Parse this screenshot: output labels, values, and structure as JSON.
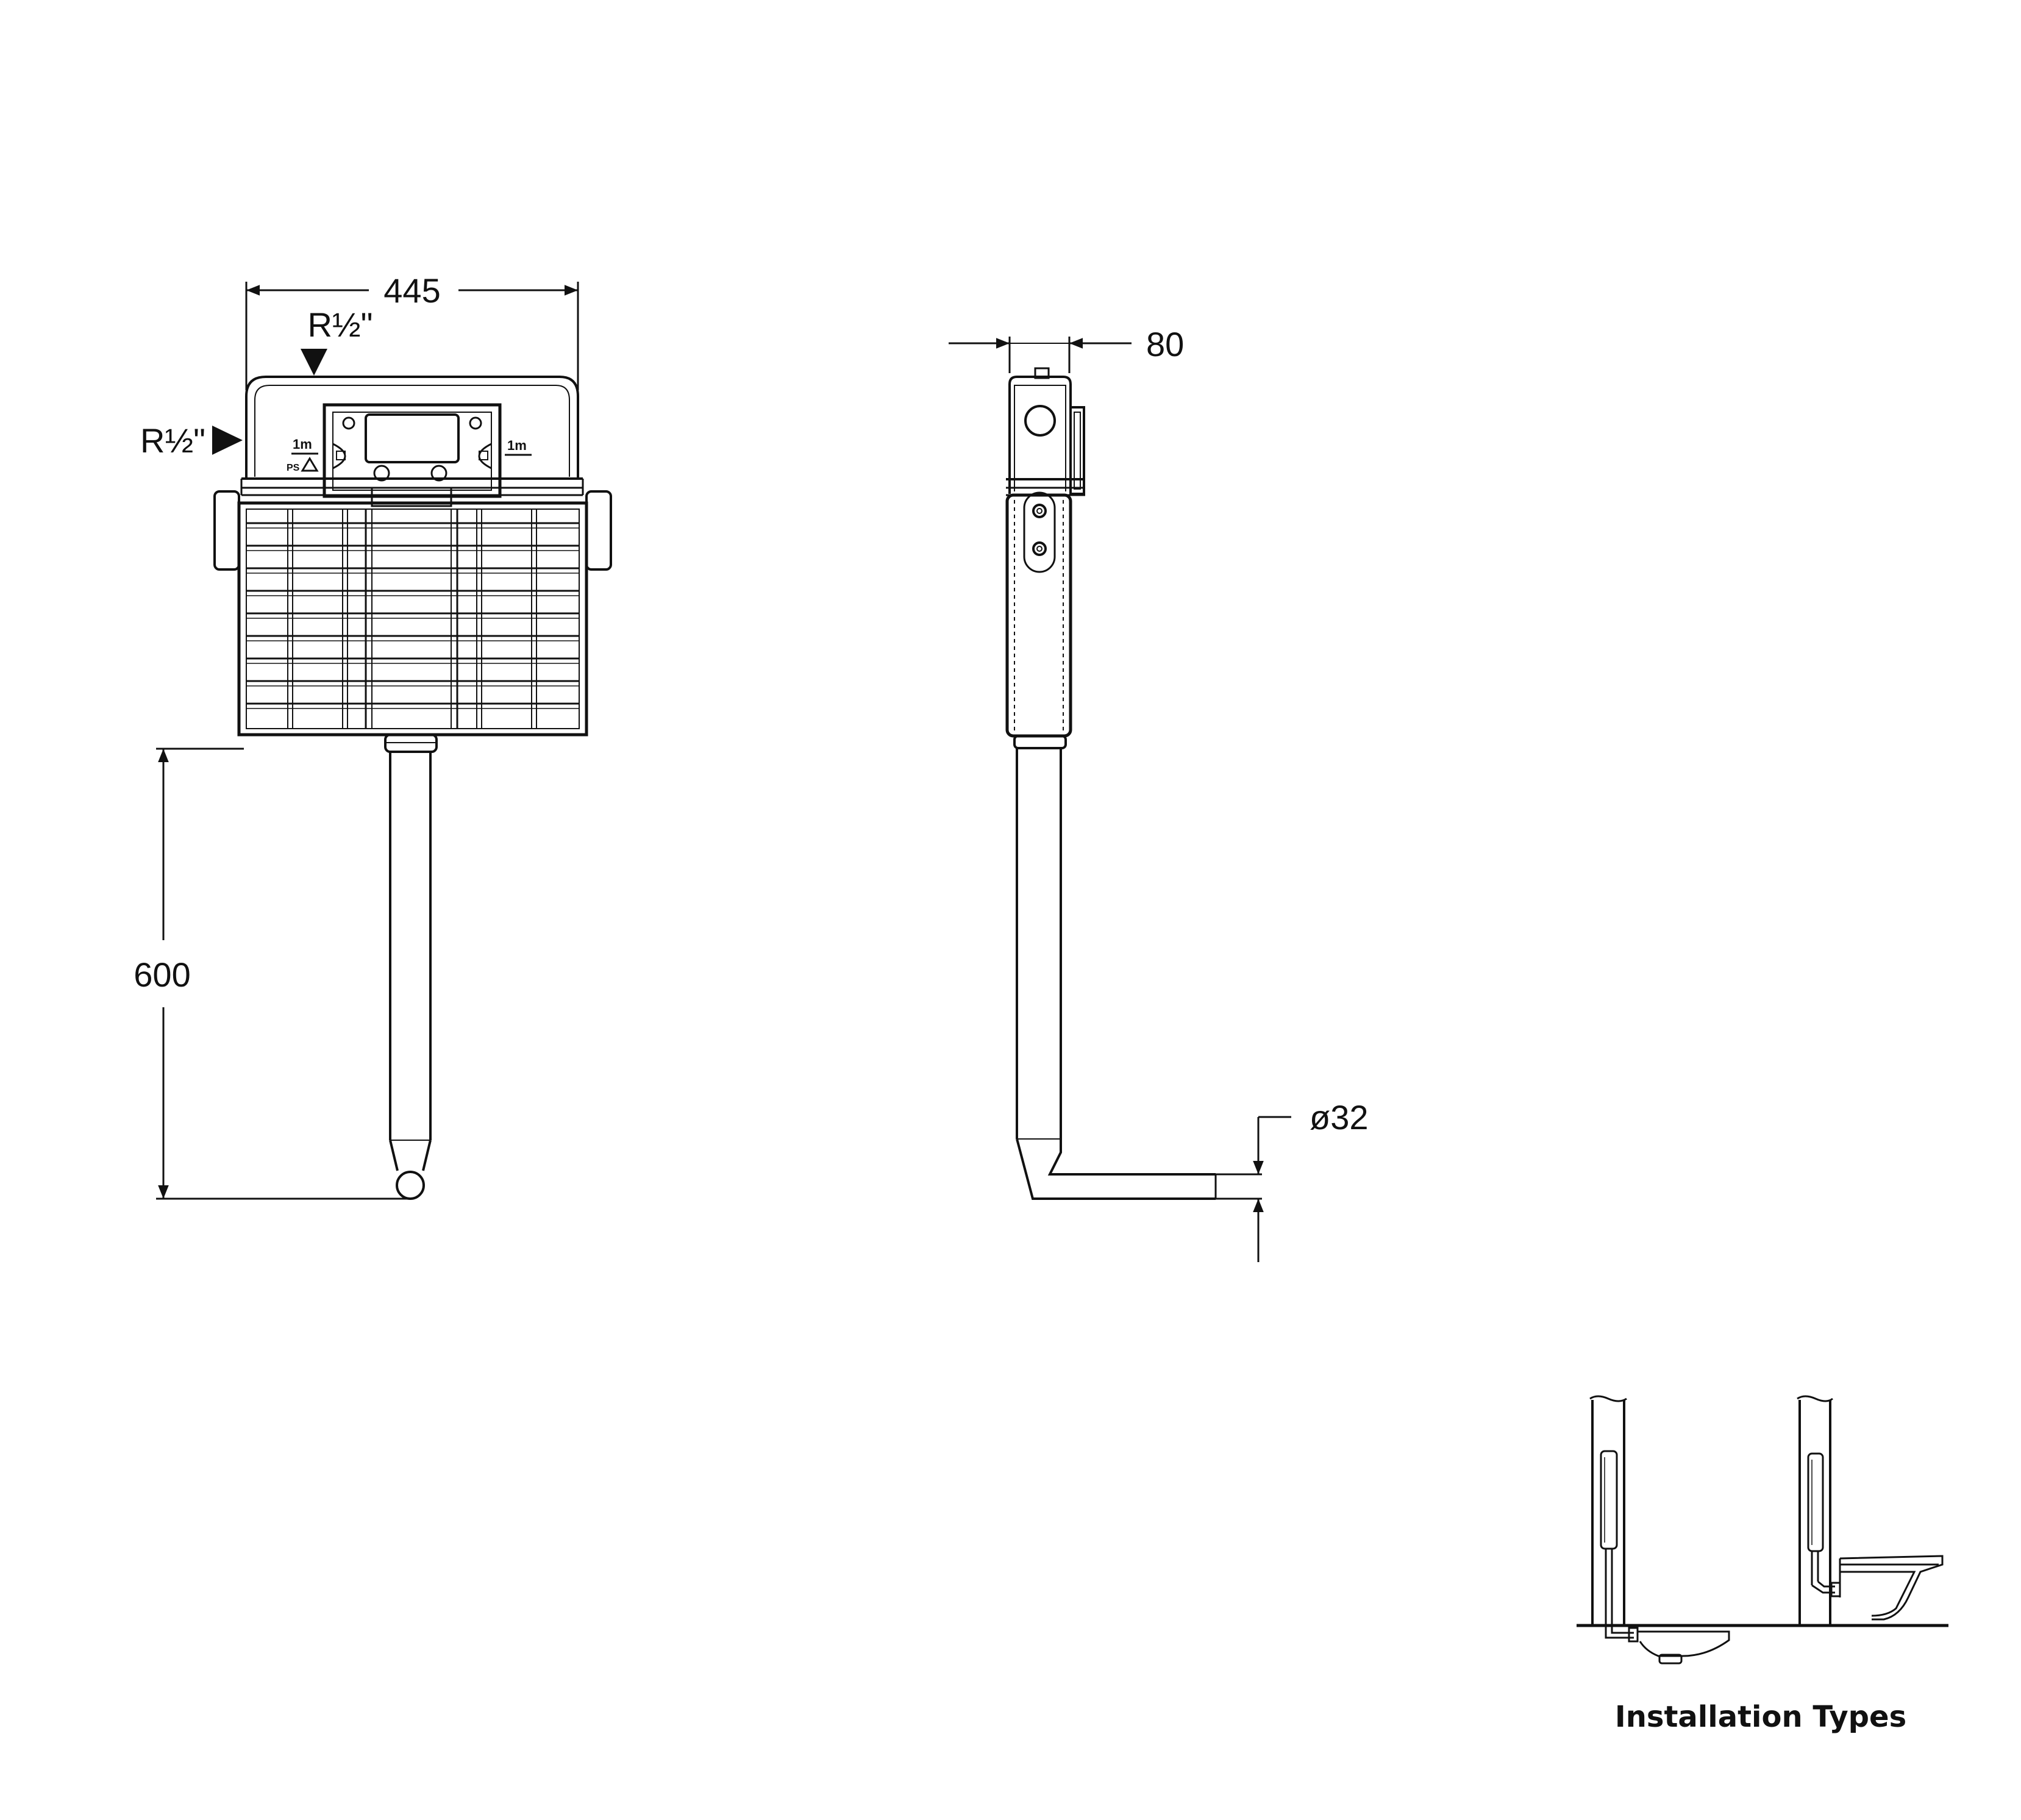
{
  "front_view": {
    "width_dim": "445",
    "inlet_top_label": "R½\"",
    "inlet_side_label": "R½\"",
    "height_dim": "600",
    "badge_left": "1m",
    "badge_left_sub": "PS",
    "badge_right": "1m"
  },
  "side_view": {
    "depth_dim": "80",
    "pipe_dim": "ø32"
  },
  "installation": {
    "caption": "Installation Types"
  }
}
